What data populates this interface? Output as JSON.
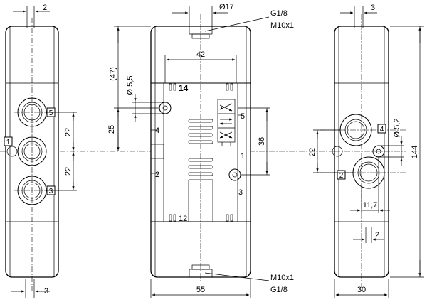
{
  "dimensions": {
    "left_top_offset": "2",
    "left_bottom_offset": "3",
    "left_pitch_upper": "22",
    "left_pitch_lower": "22",
    "front_port_diameter": "Ø17",
    "front_top_thread_1": "G1/8",
    "front_top_thread_2": "M10x1",
    "front_width_upper": "42",
    "front_overall_47": "(47)",
    "front_hole_diameter": "Ø 5,5",
    "front_height_25": "25",
    "front_height_36": "36",
    "front_bottom_thread_1": "M10x1",
    "front_bottom_thread_2": "G1/8",
    "front_width_bottom": "55",
    "right_top_offset": "3",
    "right_pitch": "22",
    "right_hole_diameter": "Ø 5,2",
    "right_overall_height": "144",
    "right_offset_117": "11,7",
    "right_bottom_offset": "2",
    "right_width_bottom": "30"
  },
  "ports": {
    "left_5": "5",
    "left_1": "1",
    "left_3": "3",
    "front_14": "14",
    "front_4": "4",
    "front_2": "2",
    "front_5": "5",
    "front_1": "1",
    "front_3": "3",
    "front_12": "12",
    "right_4": "4",
    "right_2": "2"
  }
}
